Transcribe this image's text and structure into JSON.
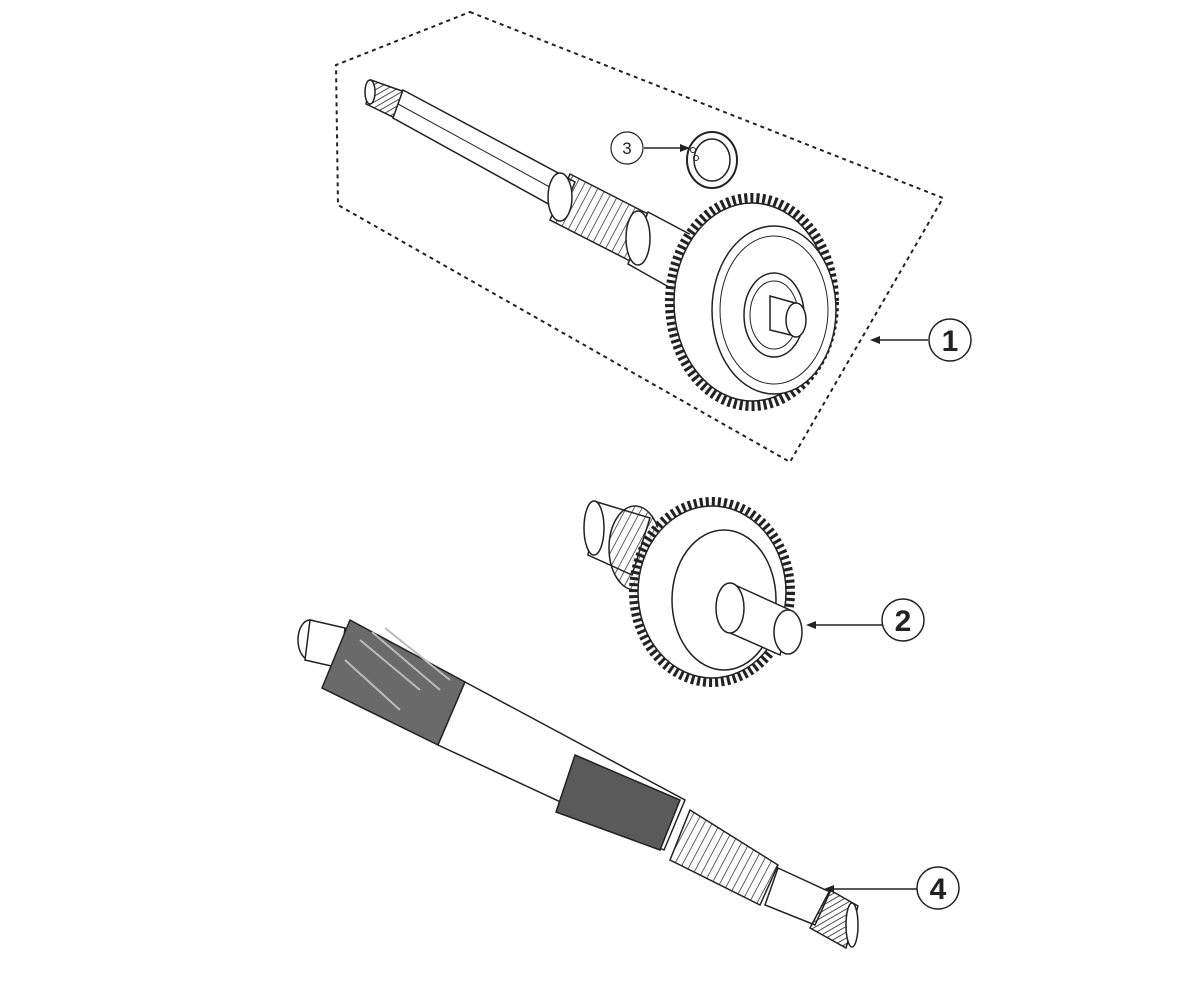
{
  "diagram": {
    "callouts": [
      {
        "id": "1",
        "label": "1"
      },
      {
        "id": "2",
        "label": "2"
      },
      {
        "id": "3",
        "label": "3"
      },
      {
        "id": "4",
        "label": "4"
      }
    ],
    "colors": {
      "line": "#222222",
      "dark_fill": "#555555",
      "gear_fill": "#f2f2f2"
    }
  }
}
